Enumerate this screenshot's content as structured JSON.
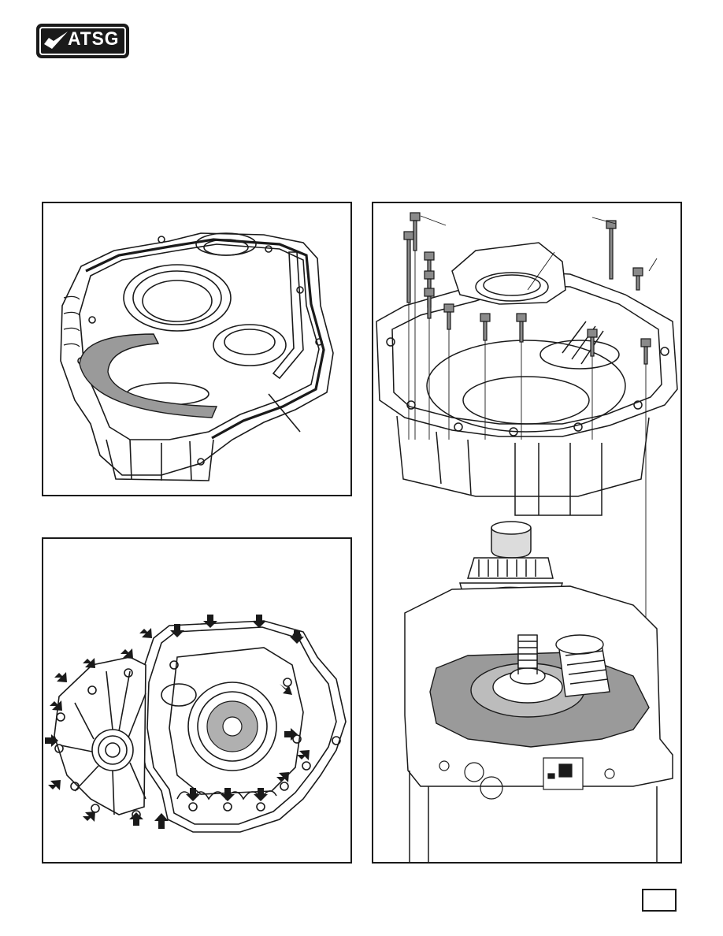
{
  "header": {
    "logo_text": "ATSG",
    "logo_icon": "checkmark-swoosh-icon"
  },
  "figures": [
    {
      "id": "gasket-housing-view",
      "icon": "transmission-housing-gasket-illustration"
    },
    {
      "id": "bolt-location-view",
      "icon": "transmission-case-bolt-pattern-illustration"
    },
    {
      "id": "exploded-case-view",
      "icon": "exploded-case-differential-illustration"
    }
  ],
  "footer": {
    "page_number": ""
  },
  "colors": {
    "ink": "#1a1a1a",
    "shade": "#9a9a9a",
    "light": "#dcdcdc"
  }
}
